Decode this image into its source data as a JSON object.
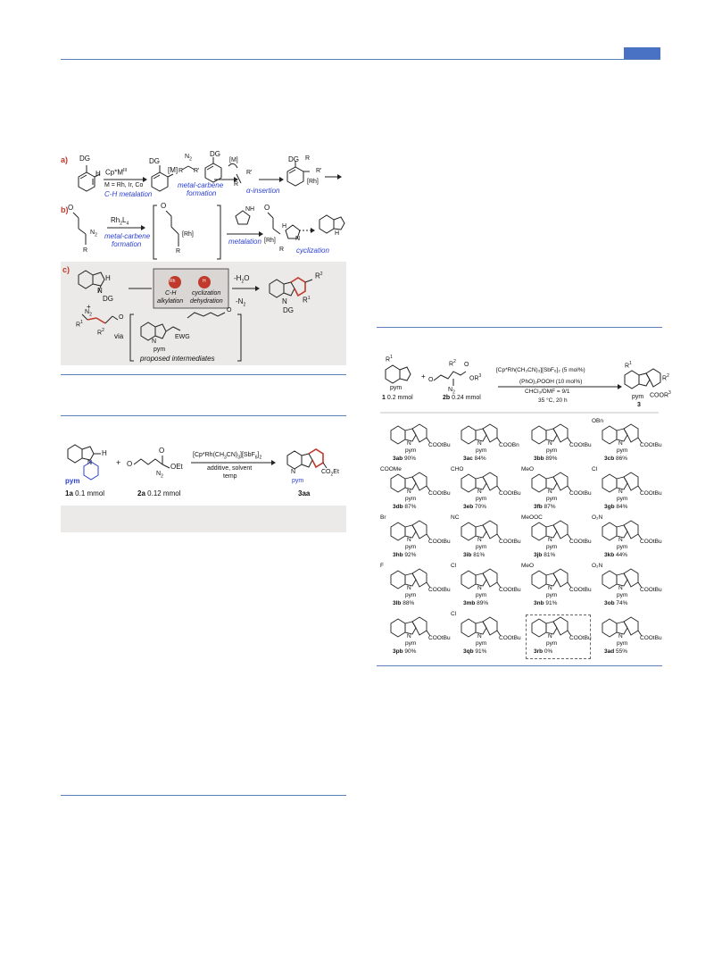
{
  "header": {
    "accent_color": "#4a72c4"
  },
  "scheme1": {
    "a": {
      "label": "a)",
      "dg1": "DG",
      "h": "H",
      "reagent_top": "Cp*M",
      "reagent_sup": "III",
      "metals": "M = Rh, Ir, Co",
      "step1": "C-H metalation",
      "n2": "N",
      "n2sub": "2",
      "rr": "R",
      "rr2": "R'",
      "m_bracket": "[M]",
      "step2a": "metal-carbene",
      "step2b": "formation",
      "step3": "α-insertion",
      "rh": "[Rh]"
    },
    "b": {
      "label": "b)",
      "o": "O",
      "n2": "N",
      "n2sub": "2",
      "r": "R",
      "reagent": "Rh",
      "reagent_sub": "2",
      "reagent_l": "L",
      "reagent_lsub": "4",
      "step1a": "metal-carbene",
      "step1b": "formation",
      "rh": "[Rh]",
      "nh": "NH",
      "step2": "metalation",
      "step3": "cyclization",
      "h": "H",
      "n": "N"
    },
    "c": {
      "label": "c)",
      "n": "N",
      "dg": "DG",
      "h": "H",
      "n2": "N",
      "n2sub": "2",
      "r1": "R",
      "r1sub": "1",
      "r2": "R",
      "r2sub": "2",
      "o": "O",
      "plus": "+",
      "via": "via",
      "rh_ball": "Rh",
      "h_ball": "H",
      "step1a": "C-H",
      "step1b": "alkylation",
      "step2a": "cyclization",
      "step2b": "dehydration",
      "minus_h2o": "-H",
      "minus_h2o_sub": "2",
      "minus_h2o_end": "O",
      "minus_n2": "-N",
      "minus_n2_sub": "2",
      "ewg": "EWG",
      "pym": "pym",
      "proposed": "proposed intermediates"
    }
  },
  "scheme2": {
    "h": "H",
    "pym": "pym",
    "n": "N",
    "label_1a": "1a",
    "amt_1a": "0.1 mmol",
    "plus": "+",
    "o": "O",
    "oet": "OEt",
    "n2": "N",
    "n2sub": "2",
    "label_2a": "2a",
    "amt_2a": "0.12 mmol",
    "cond1": "[Cp*Rh(CH",
    "cond1b": "CN)",
    "cond1c": "][SbF",
    "cond1d": "]",
    "cond2": "additive, solvent",
    "cond3": "temp",
    "label_3aa": "3aa",
    "co2et": "CO",
    "co2et2": "Et"
  },
  "scheme3": {
    "r1": "R",
    "r1sup": "1",
    "pym": "pym",
    "label_1": "1",
    "amt_1": "0.2 mmol",
    "plus": "+",
    "r2": "R",
    "r2sup": "2",
    "o": "O",
    "or3": "OR",
    "or3sup": "3",
    "n2": "N",
    "n2sub": "2",
    "label_2b": "2b",
    "amt_2b": "0.24 mmol",
    "cond1": "[Cp*Rh(CH₃CN)₃][SbF₆]₂ (5 mol%)",
    "cond2": "(PhO)₂POOH (10 mol%)",
    "cond3": "CHCl₃/DMF = 9/1",
    "cond4": "35 °C, 20 h",
    "label_3": "3",
    "coor3": "COOR",
    "coor3sup": "3",
    "products": [
      {
        "id": "3ab",
        "yield": "90%",
        "sub": "",
        "ester": "COOtBu"
      },
      {
        "id": "3ac",
        "yield": "84%",
        "sub": "",
        "ester": "COOBn"
      },
      {
        "id": "3bb",
        "yield": "89%",
        "sub": "",
        "ester": "COOtBu"
      },
      {
        "id": "3cb",
        "yield": "86%",
        "sub": "OBn",
        "ester": "COOtBu"
      },
      {
        "id": "3db",
        "yield": "87%",
        "sub": "COOMe",
        "ester": "COOtBu"
      },
      {
        "id": "3eb",
        "yield": "70%",
        "sub": "CHO",
        "ester": "COOtBu"
      },
      {
        "id": "3fb",
        "yield": "87%",
        "sub": "MeO",
        "ester": "COOtBu"
      },
      {
        "id": "3gb",
        "yield": "84%",
        "sub": "Cl",
        "ester": "COOtBu"
      },
      {
        "id": "3hb",
        "yield": "92%",
        "sub": "Br",
        "ester": "COOtBu"
      },
      {
        "id": "3ib",
        "yield": "81%",
        "sub": "NC",
        "ester": "COOtBu"
      },
      {
        "id": "3jb",
        "yield": "81%",
        "sub": "MeOOC",
        "ester": "COOtBu"
      },
      {
        "id": "3kb",
        "yield": "44%",
        "sub": "O₂N",
        "ester": "COOtBu"
      },
      {
        "id": "3lb",
        "yield": "88%",
        "sub": "F",
        "ester": "COOtBu"
      },
      {
        "id": "3mb",
        "yield": "89%",
        "sub": "Cl",
        "ester": "COOtBu"
      },
      {
        "id": "3nb",
        "yield": "91%",
        "sub": "MeO",
        "ester": "COOtBu"
      },
      {
        "id": "3ob",
        "yield": "74%",
        "sub": "O₂N",
        "ester": "COOtBu"
      },
      {
        "id": "3pb",
        "yield": "90%",
        "sub": "",
        "ester": "COOtBu"
      },
      {
        "id": "3qb",
        "yield": "91%",
        "sub": "Cl",
        "ester": "COOtBu"
      },
      {
        "id": "3rb",
        "yield": "0%",
        "sub": "",
        "ester": "COOtBu"
      },
      {
        "id": "3ad",
        "yield": "55%",
        "sub": "",
        "ester": "COOtBu"
      }
    ]
  }
}
